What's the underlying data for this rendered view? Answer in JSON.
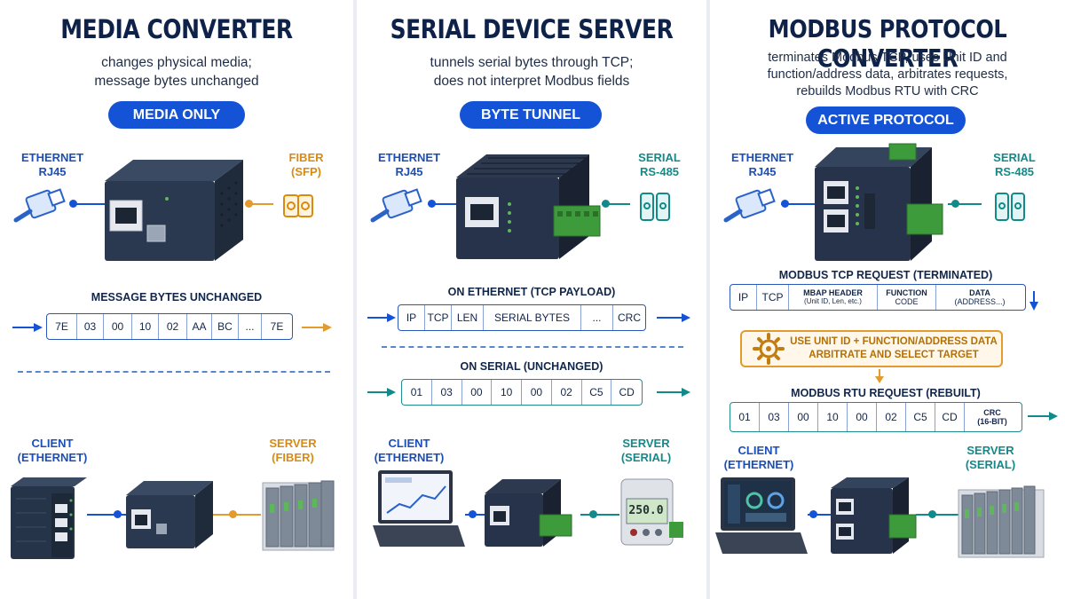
{
  "colors": {
    "blue": "#1553d6",
    "navy": "#0e2148",
    "orange": "#e29b2c",
    "teal": "#138a8a",
    "device": "#1b2a3f",
    "connector_green": "#3e9b3c"
  },
  "panels": [
    {
      "title": "MEDIA CONVERTER",
      "subtitle": [
        "changes physical media;",
        "message bytes unchanged"
      ],
      "badge": "MEDIA ONLY",
      "left_port": [
        "ETHERNET",
        "RJ45"
      ],
      "right_port": [
        "FIBER",
        "(SFP)"
      ],
      "bytes_caption": "MESSAGE BYTES UNCHANGED",
      "bytes": [
        "7E",
        "03",
        "00",
        "10",
        "02",
        "AA",
        "BC",
        "...",
        "7E"
      ],
      "client": [
        "CLIENT",
        "(ETHERNET)"
      ],
      "server": [
        "SERVER",
        "(FIBER)"
      ]
    },
    {
      "title": "SERIAL DEVICE SERVER",
      "subtitle": [
        "tunnels serial bytes through TCP;",
        "does not interpret Modbus fields"
      ],
      "badge": "BYTE TUNNEL",
      "left_port": [
        "ETHERNET",
        "RJ45"
      ],
      "right_port": [
        "SERIAL",
        "RS-485"
      ],
      "ethernet_caption": "ON ETHERNET (TCP PAYLOAD)",
      "ethernet_cells": [
        "IP",
        "TCP",
        "LEN",
        "SERIAL BYTES",
        "...",
        "CRC"
      ],
      "serial_caption": "ON SERIAL (UNCHANGED)",
      "serial_bytes": [
        "01",
        "03",
        "00",
        "10",
        "00",
        "02",
        "C5",
        "CD"
      ],
      "client": [
        "CLIENT",
        "(ETHERNET)"
      ],
      "server": [
        "SERVER",
        "(SERIAL)"
      ],
      "meter_readout": "250.0"
    },
    {
      "title": "MODBUS PROTOCOL CONVERTER",
      "subtitle": [
        "terminates Modbus TCP, uses Unit ID and",
        "function/address data, arbitrates requests,",
        "rebuilds Modbus RTU with CRC"
      ],
      "badge": "ACTIVE PROTOCOL",
      "left_port": [
        "ETHERNET",
        "RJ45"
      ],
      "right_port": [
        "SERIAL",
        "RS-485"
      ],
      "tcp_caption": "MODBUS TCP REQUEST (TERMINATED)",
      "tcp_cells": [
        {
          "main": "IP",
          "sub": ""
        },
        {
          "main": "TCP",
          "sub": ""
        },
        {
          "main": "MBAP HEADER",
          "sub": "(Unit ID, Len, etc.)"
        },
        {
          "main": "FUNCTION",
          "sub": "CODE"
        },
        {
          "main": "DATA",
          "sub": "(ADDRESS...)"
        }
      ],
      "process_text": [
        "USE UNIT ID + FUNCTION/ADDRESS DATA",
        "ARBITRATE AND SELECT TARGET"
      ],
      "rtu_caption": "MODBUS RTU REQUEST (REBUILT)",
      "rtu_bytes": [
        "01",
        "03",
        "00",
        "10",
        "00",
        "02",
        "C5",
        "CD"
      ],
      "rtu_crc": [
        "CRC",
        "(16-BIT)"
      ],
      "client": [
        "CLIENT",
        "(ETHERNET)"
      ],
      "server": [
        "SERVER",
        "(SERIAL)"
      ]
    }
  ]
}
